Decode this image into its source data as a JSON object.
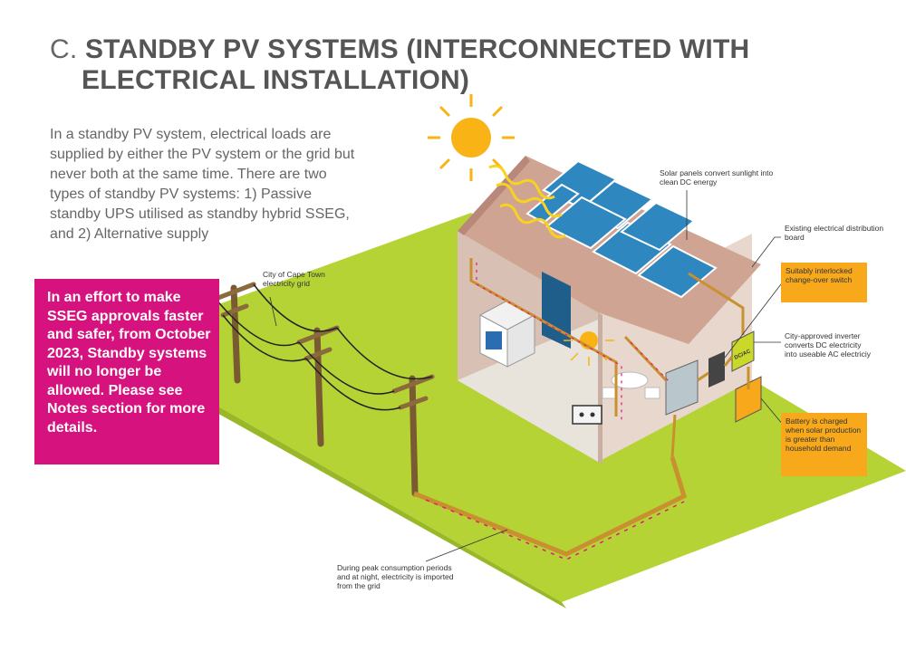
{
  "heading": {
    "prefix": "C.",
    "line1": "STANDBY PV SYSTEMS (INTERCONNECTED WITH",
    "line2": "ELECTRICAL INSTALLATION)"
  },
  "intro": "In a standby PV system, electrical loads are supplied by either the PV system or the grid but never both at the same time. There are two types of standby PV systems: 1) Passive standby UPS utilised as standby hybrid SSEG, and 2) Alternative supply",
  "notice": {
    "text": "In an effort to make SSEG approvals faster and safer, from October 2023, Standby systems will no longer be allowed. Please see Notes section for more details.",
    "color": "#d6127e"
  },
  "labels": {
    "grid": "City of Cape Town electricity grid",
    "panels": "Solar panels convert sunlight into clean DC energy",
    "distribution": "Existing electrical distribution board",
    "switch": "Suitably interlocked change-over switch",
    "inverter": "City-approved inverter converts DC electricity into useable AC electriciy",
    "battery": "Battery is charged when solar production is greater than household demand",
    "import": "During peak consumption periods and at night, electricity is imported from the grid",
    "inverter_tag": "DC/AC"
  },
  "colors": {
    "highlight_box": "#f7a81b",
    "grass": "#b5d334",
    "roof": "#cfa493",
    "panel": "#2f87c0",
    "cable": "#c8902e",
    "flow": "#e8147f",
    "sun": "#f9b314"
  }
}
